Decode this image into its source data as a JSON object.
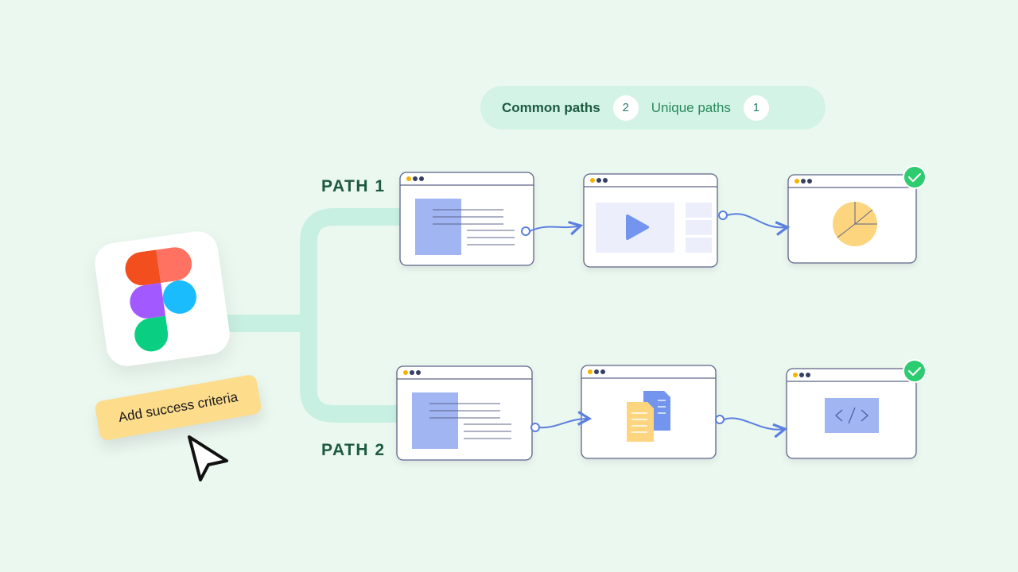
{
  "summary": {
    "common_label": "Common paths",
    "common_count": "2",
    "unique_label": "Unique paths",
    "unique_count": "1"
  },
  "paths": [
    {
      "label": "PATH 1",
      "screens": [
        "document",
        "video",
        "pie-chart"
      ],
      "completed": true
    },
    {
      "label": "PATH 2",
      "screens": [
        "document",
        "files",
        "code"
      ],
      "completed": true
    }
  ],
  "sticky_note": "Add success criteria",
  "source_app": "figma-logo",
  "colors": {
    "background": "#ebf8f0",
    "accent_blue": "#5b7fe0",
    "connector": "#c8f0e2",
    "check_green": "#2ecc71",
    "sticky": "#fddc8c",
    "text_dark_green": "#1d5a40"
  }
}
